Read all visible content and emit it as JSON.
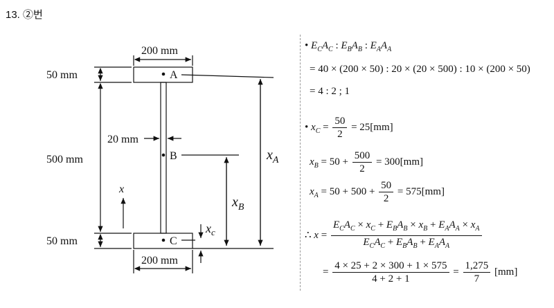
{
  "header": {
    "title": "13. ②번"
  },
  "figure": {
    "dim_top_width": "200 mm",
    "dim_bottom_width": "200 mm",
    "dim_top_height": "50 mm",
    "dim_web_height": "500 mm",
    "dim_bottom_height": "50 mm",
    "dim_web_thickness": "20 mm",
    "label_A": "A",
    "label_B": "B",
    "label_C": "C",
    "axis_x": "x",
    "label_xA": "x_A",
    "label_xB": "x_B",
    "label_xc": "x_c"
  },
  "solution": {
    "line1": "E_C A_C : E_B A_B : E_A A_A",
    "line2": "= 40 × (200 × 50) : 20 × (20 × 500) : 10 × (200 × 50)",
    "line3": "= 4 : 2 ; 1",
    "line4_prefix": "x_C =",
    "line4_num": "50",
    "line4_den": "2",
    "line4_suffix": "= 25[mm]",
    "line5_prefix": "x_B = 50 +",
    "line5_num": "500",
    "line5_den": "2",
    "line5_suffix": "= 300[mm]",
    "line6_prefix": "x_A = 50 + 500 +",
    "line6_num": "50",
    "line6_den": "2",
    "line6_suffix": "= 575[mm]",
    "line7_prefix": "∴ x =",
    "line7_num": "E_C A_C × x_C + E_B A_B × x_B + E_A A_A × x_A",
    "line7_den": "E_C A_C + E_B A_B + E_A A_A",
    "line8_prefix": "=",
    "line8_num": "4 × 25 + 2 × 300 + 1 × 575",
    "line8_den": "4 + 2 + 1",
    "line8_mid": "=",
    "line8_num2": "1,275",
    "line8_den2": "7",
    "line8_suffix": "[mm]"
  }
}
